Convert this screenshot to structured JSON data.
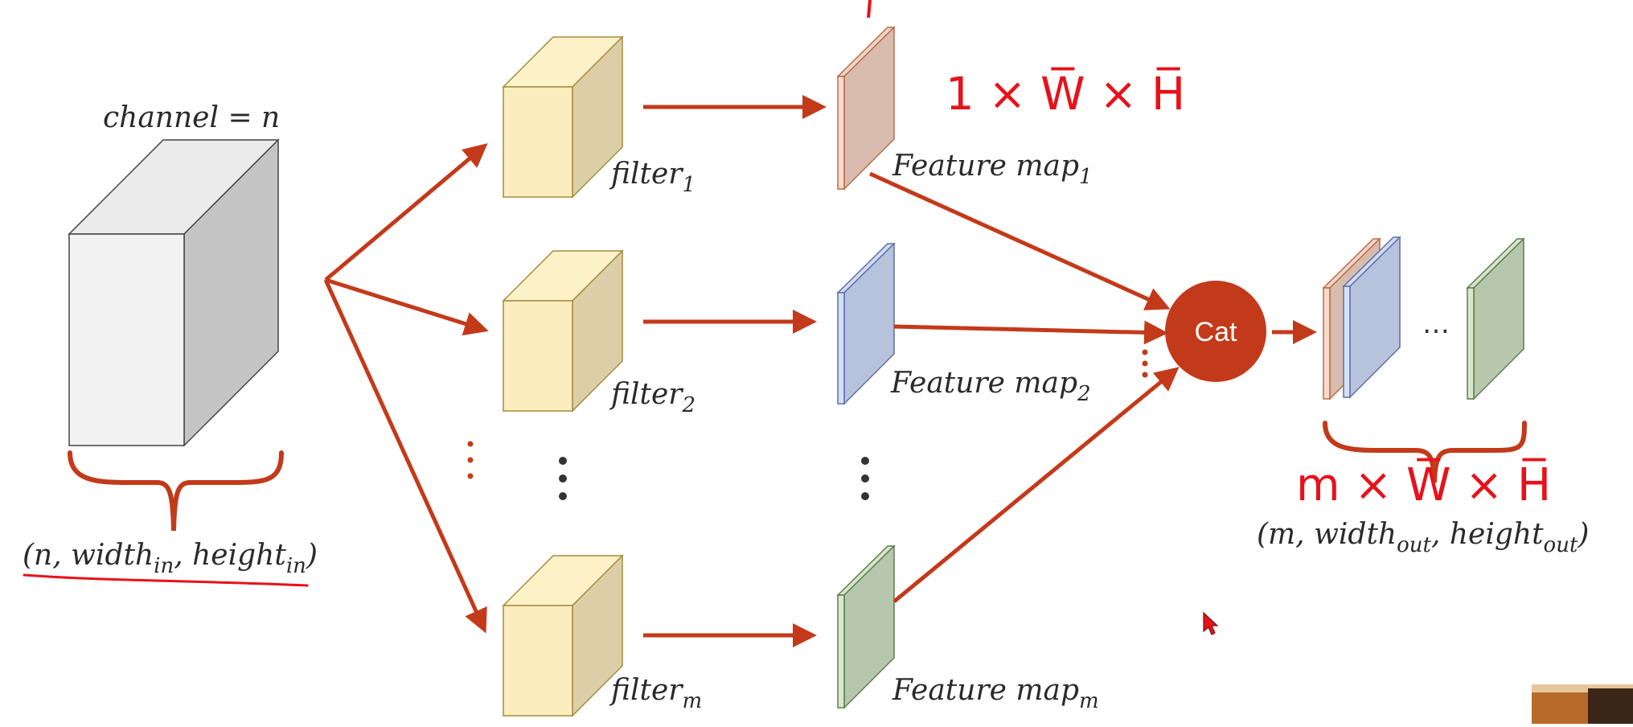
{
  "input": {
    "channel_label": "channel = n",
    "shape_label_open": "(n, width",
    "shape_sub_1": "in",
    "shape_label_mid": ", height",
    "shape_sub_2": "in",
    "shape_label_close": ")"
  },
  "filters": [
    {
      "base": "filter",
      "sub": "1"
    },
    {
      "base": "filter",
      "sub": "2"
    },
    {
      "base": "filter",
      "sub": "m"
    }
  ],
  "feature_maps": [
    {
      "base": "Feature map",
      "sub": "1",
      "color": "#d9bcae"
    },
    {
      "base": "Feature map",
      "sub": "2",
      "color": "#b7c3dd"
    },
    {
      "base": "Feature map",
      "sub": "m",
      "color": "#b7c7ad"
    }
  ],
  "cat": {
    "label": "Cat",
    "color": "#c33a1a"
  },
  "output": {
    "shape_label_open": "(m, width",
    "shape_sub_1": "out",
    "shape_label_mid": ", height",
    "shape_sub_2": "out",
    "shape_label_close": ")",
    "ellipsis": "…"
  },
  "annotations": {
    "top_note": "1 × W̅ × H̅",
    "bottom_note": "m × W̅ × H̅"
  },
  "colors": {
    "arrow": "#c33a1a",
    "annotation": "#e8111a",
    "filter_front": "#fbedbd",
    "filter_side": "#dccfa8",
    "filter_top": "#fdf1c8",
    "cube_front": "#f2f2f2",
    "cube_side": "#c4c4c4",
    "cube_top": "#ebebeb"
  }
}
